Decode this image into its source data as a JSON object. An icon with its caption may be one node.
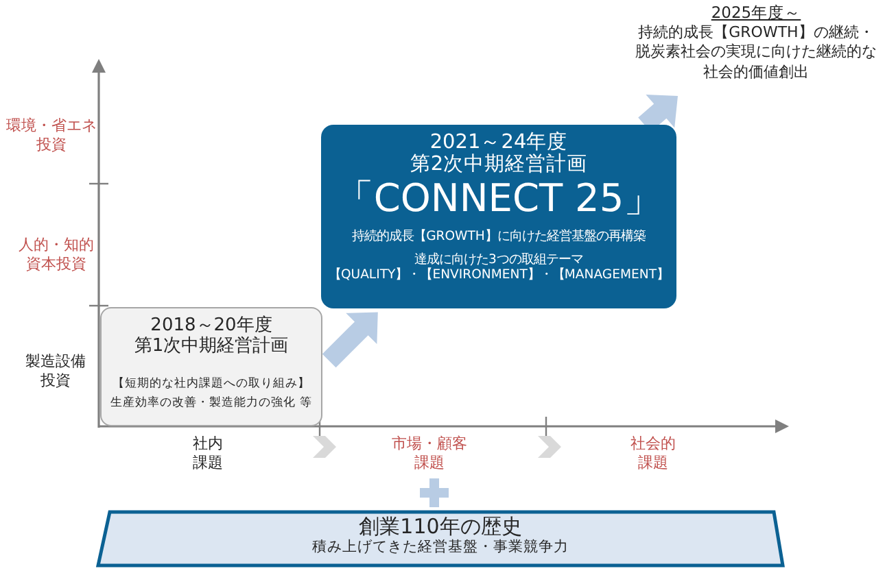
{
  "diagram": {
    "nodes": [
      {
        "text": [
          "2018～20年度",
          "第1次中期経営計画",
          "【短期的な社内課題への取り組み】",
          "生産効率の改善・製造能力の強化 等"
        ]
      },
      {
        "text": [
          "2021～24年度",
          "第2次中期経営計画",
          "「CONNECT 25」",
          "持続的成長【GROWTH】に向けた経営基盤の再構築",
          "達成に向けた3つの取組テーマ",
          "【QUALITY】・【ENVIRONMENT】・【MANAGEMENT】"
        ]
      },
      {
        "text": [
          "2025年度～",
          "持続的成長【GROWTH】の継続・脱炭素社会の実現に向けた継続的な社会的価値創出"
        ]
      },
      {
        "text": [
          "創業110年の歴史",
          "積み上げてきた経営基盤・事業競争力"
        ]
      }
    ],
    "edges": [
      {
        "from": 0,
        "to": 1,
        "arrow": "to",
        "style": "thick"
      },
      {
        "from": 1,
        "to": 2,
        "arrow": "to",
        "style": "thick"
      }
    ],
    "labels": [
      "環境・省エネ投資",
      "人的・知的資本投資",
      "製造設備投資",
      "社内課題",
      "市場・顧客課題",
      "社会的課題"
    ]
  }
}
